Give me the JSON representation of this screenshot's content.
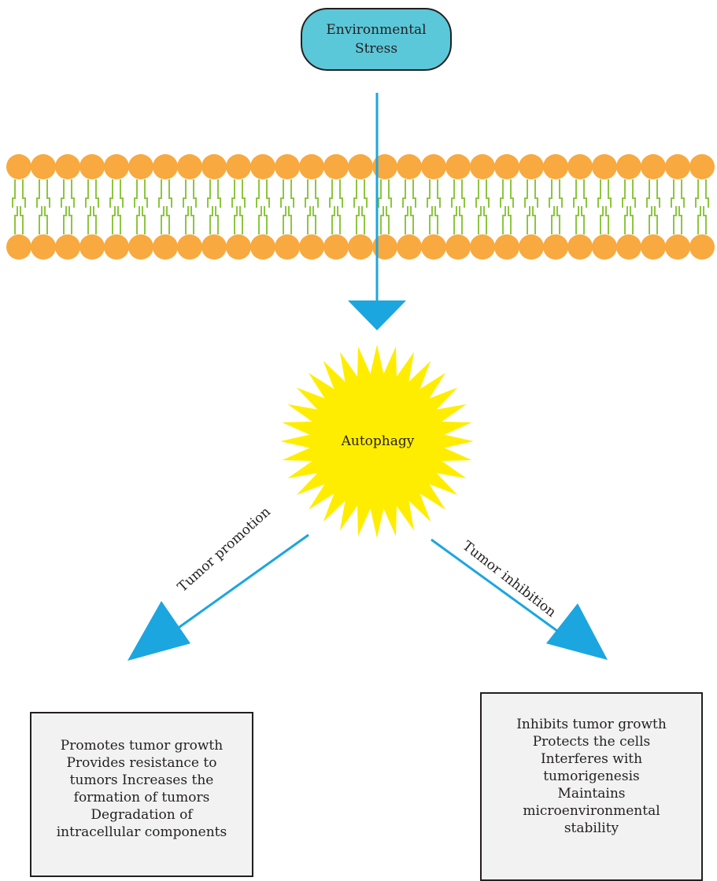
{
  "colors": {
    "start_fill": "#5bc8d9",
    "arrow": "#1ca6e0",
    "lipid_head": "#f8a93f",
    "lipid_tail": "#8dc63f",
    "sun": "#ffed00",
    "box_fill": "#f2f2f2",
    "stroke": "#231f20"
  },
  "icons": {
    "membrane": "lipid-bilayer-icon",
    "autophagy": "sunburst-icon",
    "arrows": "arrow-head-icon"
  },
  "start_node": {
    "line1": "Environmental",
    "line2": "Stress"
  },
  "center_node": {
    "label": "Autophagy"
  },
  "branches": {
    "left": {
      "label": "Tumor promotion"
    },
    "right": {
      "label": "Tumor inhibition"
    }
  },
  "left_box": {
    "lines": [
      "Promotes tumor growth",
      "Provides resistance to",
      "tumors Increases the",
      "formation of tumors",
      "Degradation of",
      "intracellular components"
    ]
  },
  "right_box": {
    "lines": [
      "Inhibits tumor growth",
      "Protects the cells",
      "Interferes with",
      "tumorigenesis",
      "Maintains",
      "microenvironmental",
      "stability"
    ]
  }
}
